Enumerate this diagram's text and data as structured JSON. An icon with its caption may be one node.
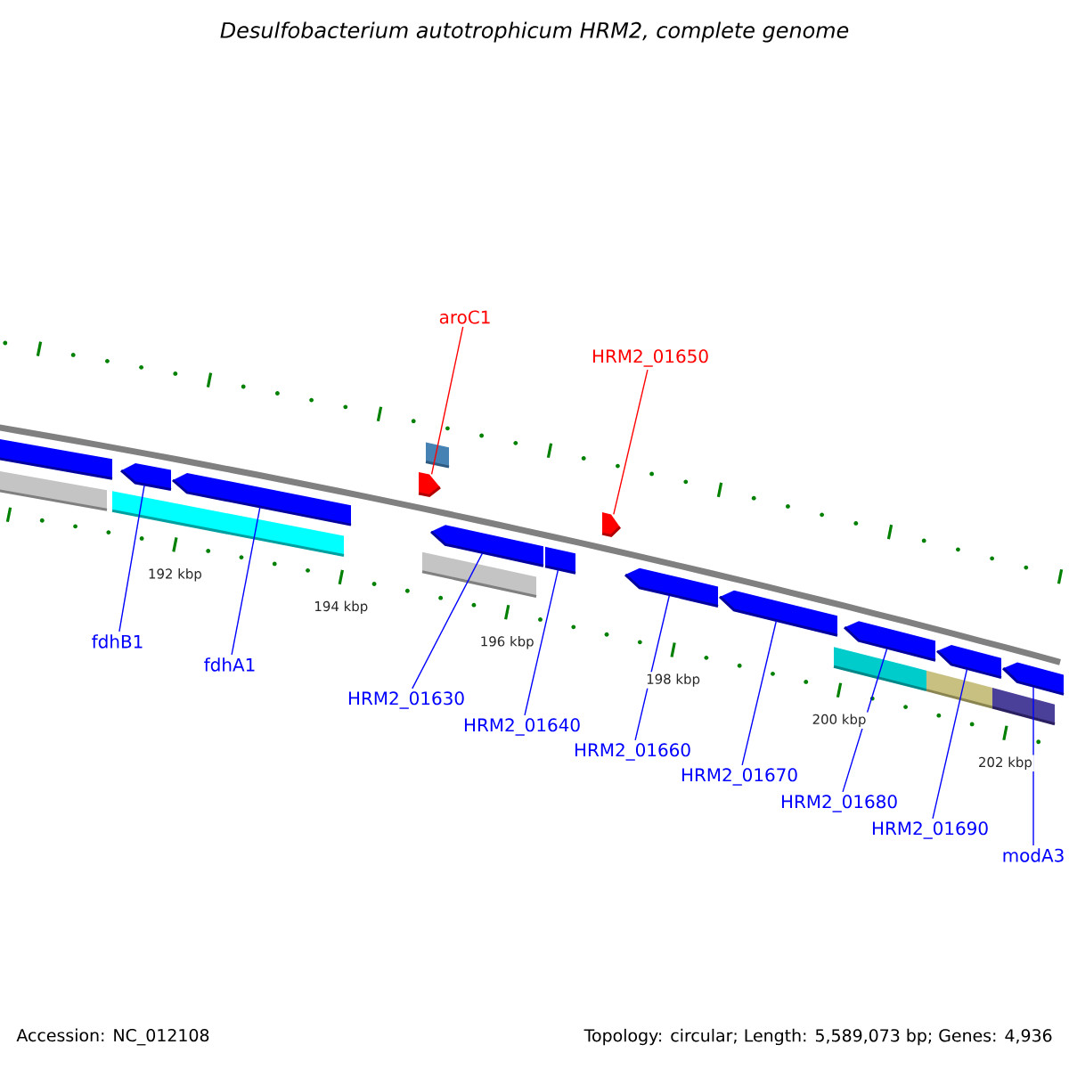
{
  "diagram": {
    "title": "Desulfobacterium autotrophicum HRM2, complete genome",
    "nodes": [
      {
        "text": [
          "aroC1"
        ]
      },
      {
        "text": [
          "HRM2_01650"
        ]
      },
      {
        "text": [],
        "shape": "bar"
      },
      {
        "text": [],
        "shape": "bar"
      },
      {
        "text": [],
        "shape": "bar"
      },
      {
        "text": [],
        "shape": "arrow"
      },
      {
        "text": [],
        "shape": "arrow"
      },
      {
        "text": [],
        "shape": "arrow"
      },
      {
        "text": [],
        "shape": "bar"
      },
      {
        "text": [],
        "shape": "box"
      },
      {
        "text": [],
        "shape": "arrow"
      },
      {
        "text": [],
        "shape": "bar"
      },
      {
        "text": [],
        "shape": "arrow"
      },
      {
        "text": [],
        "shape": "arrow"
      },
      {
        "text": [],
        "shape": "arrow"
      },
      {
        "text": [],
        "shape": "bar"
      },
      {
        "text": [],
        "shape": "arrow"
      },
      {
        "text": [],
        "shape": "bar"
      },
      {
        "text": [],
        "shape": "arrow"
      },
      {
        "text": [],
        "shape": "bar"
      },
      {
        "text": [],
        "shape": "arrow"
      },
      {
        "text": [
          "fdhB1"
        ]
      },
      {
        "text": [
          "fdhA1"
        ]
      },
      {
        "text": [
          "HRM2_01630"
        ]
      },
      {
        "text": [
          "HRM2_01640"
        ]
      },
      {
        "text": [
          "HRM2_01660"
        ]
      },
      {
        "text": [
          "HRM2_01670"
        ]
      },
      {
        "text": [
          "HRM2_01680"
        ]
      },
      {
        "text": [
          "HRM2_01690"
        ]
      },
      {
        "text": [
          "modA3"
        ]
      }
    ],
    "edges": [
      {
        "from": 0,
        "to": 7,
        "arrow": "none",
        "color": "#ff0000"
      },
      {
        "from": 1,
        "to": 12,
        "arrow": "none",
        "color": "#ff0000"
      },
      {
        "from": 21,
        "to": 5,
        "arrow": "none"
      },
      {
        "from": 22,
        "to": 6,
        "arrow": "none"
      },
      {
        "from": 23,
        "to": 10,
        "arrow": "none"
      },
      {
        "from": 24,
        "to": 11,
        "arrow": "none"
      },
      {
        "from": 25,
        "to": 13,
        "arrow": "none"
      },
      {
        "from": 26,
        "to": 14,
        "arrow": "none"
      },
      {
        "from": 27,
        "to": 16,
        "arrow": "none"
      },
      {
        "from": 28,
        "to": 18,
        "arrow": "none"
      },
      {
        "from": 29,
        "to": 20,
        "arrow": "none"
      }
    ],
    "labels": [
      "192 kbp",
      "194 kbp",
      "196 kbp",
      "198 kbp",
      "200 kbp",
      "202 kbp",
      "Accession: NC_012108",
      "Topology: circular; Length: 5,589,073 bp; Genes: 4,936"
    ]
  }
}
